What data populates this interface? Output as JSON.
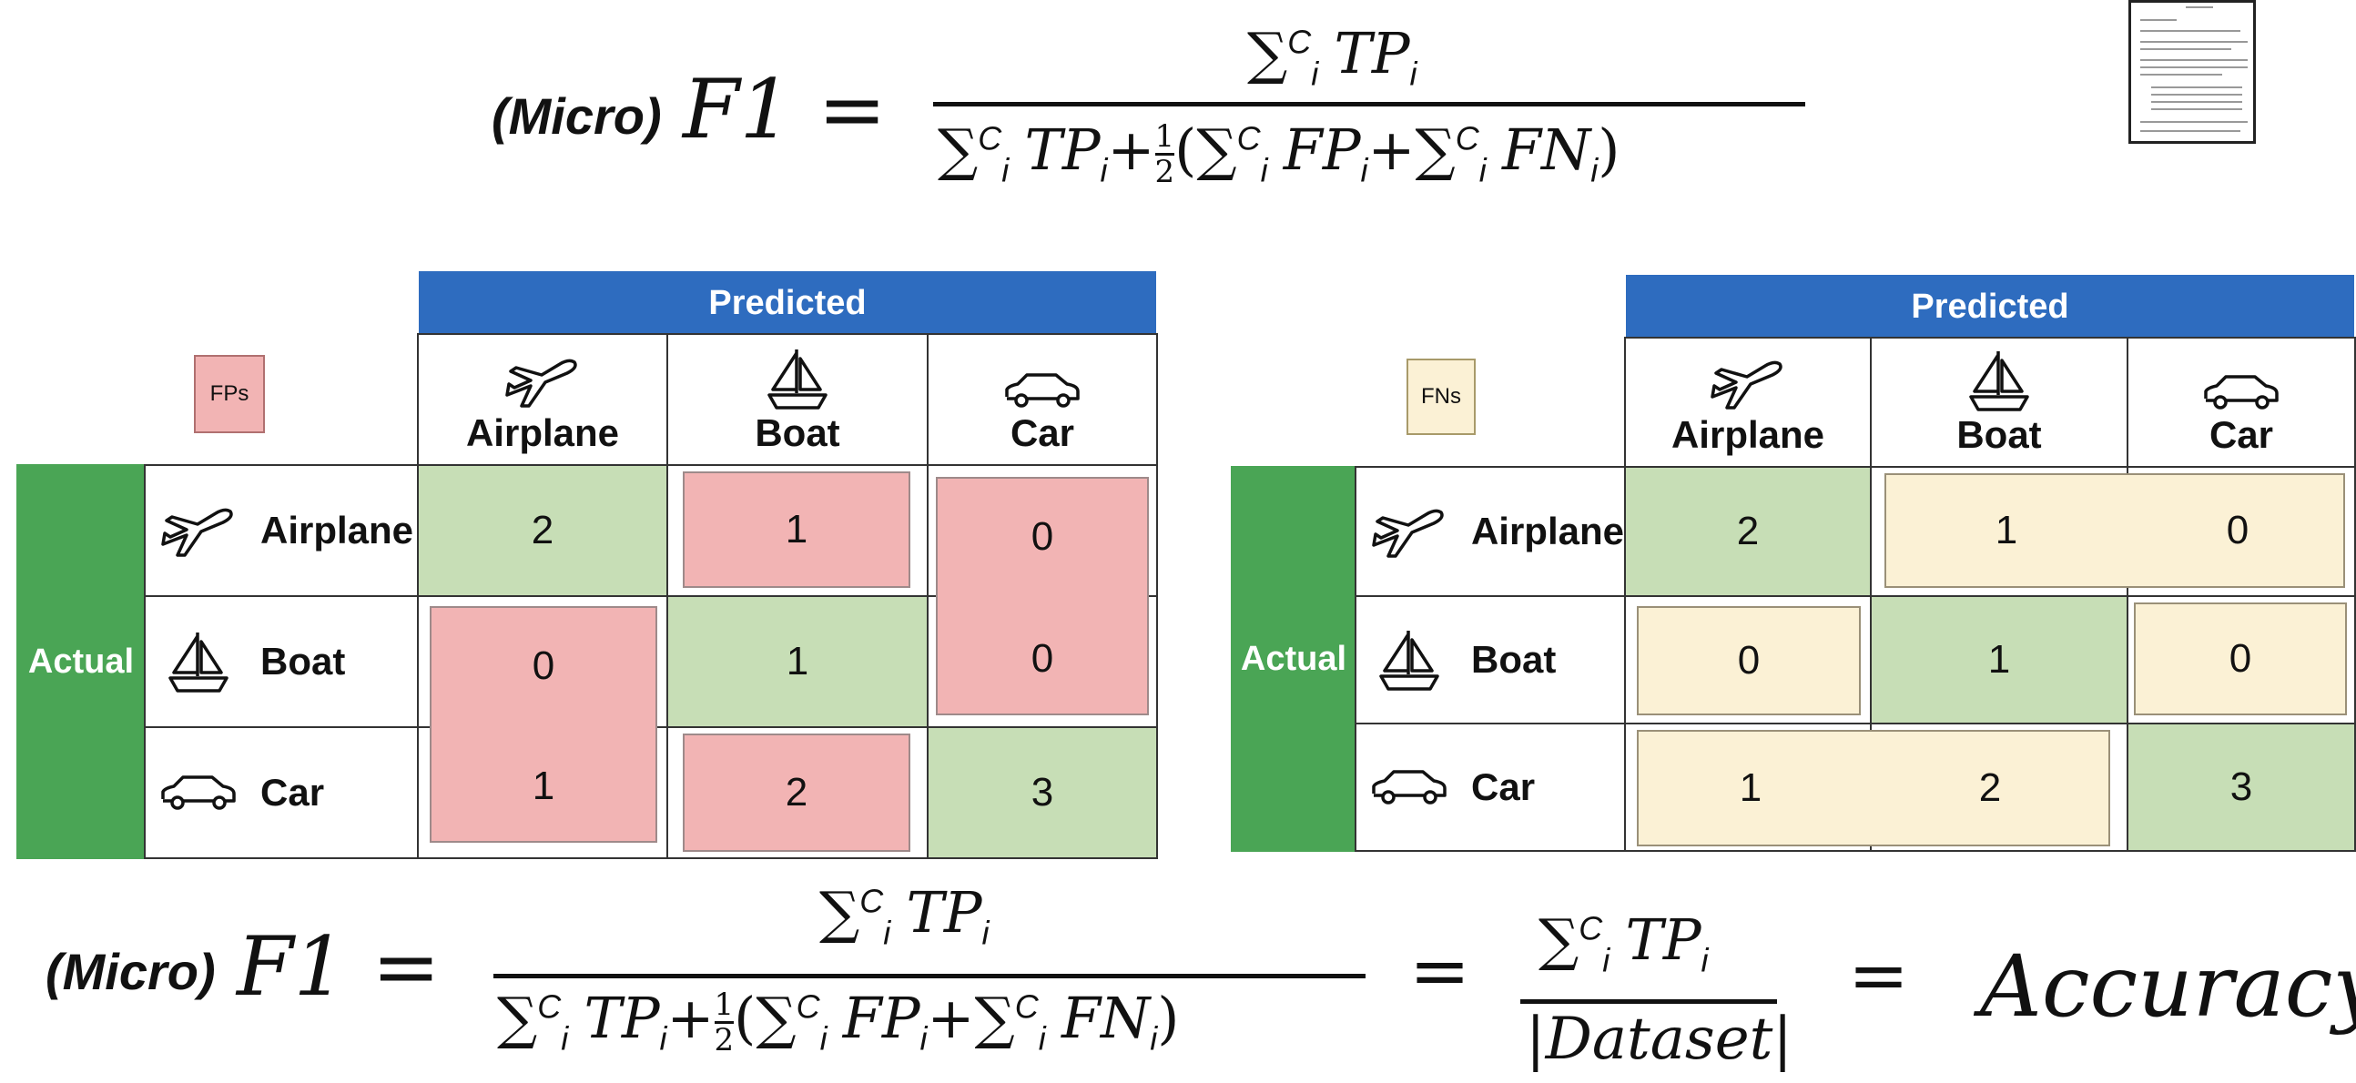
{
  "formula_top": {
    "prefix": "(Micro)",
    "lhs": "F1 =",
    "numerator": "TP",
    "denominator_tp": "TP",
    "half_num": "1",
    "half_den": "2",
    "fp": "FP",
    "fn": "FN"
  },
  "formula_bottom": {
    "prefix": "(Micro)",
    "lhs": "F1 =",
    "numerator": "TP",
    "denominator_tp": "TP",
    "half_num": "1",
    "half_den": "2",
    "fp": "FP",
    "fn": "FN",
    "eq1": "=",
    "num2": "TP",
    "den2": "|Dataset|",
    "eq2": "=",
    "result": "Accuracy"
  },
  "sum_sup": "C",
  "sum_sub": "i",
  "fp_table": {
    "legend": "FPs",
    "predicted": "Predicted",
    "actual": "Actual",
    "columns": [
      "Airplane",
      "Boat",
      "Car"
    ],
    "rows": [
      "Airplane",
      "Boat",
      "Car"
    ],
    "cells": [
      [
        "2",
        "1",
        "0"
      ],
      [
        "0",
        "1",
        "0"
      ],
      [
        "1",
        "2",
        "3"
      ]
    ],
    "colors": {
      "tp": "#c7deb6",
      "fp": "#f2b4b4",
      "header": "#2e6cbf",
      "actual": "#4aa555"
    }
  },
  "fn_table": {
    "legend": "FNs",
    "predicted": "Predicted",
    "actual": "Actual",
    "columns": [
      "Airplane",
      "Boat",
      "Car"
    ],
    "rows": [
      "Airplane",
      "Boat",
      "Car"
    ],
    "cells": [
      [
        "2",
        "1",
        "0"
      ],
      [
        "0",
        "1",
        "0"
      ],
      [
        "1",
        "2",
        "3"
      ]
    ],
    "colors": {
      "tp": "#c7deb6",
      "fn": "#fbf1d5",
      "header": "#2e6cbf",
      "actual": "#4aa555"
    }
  }
}
